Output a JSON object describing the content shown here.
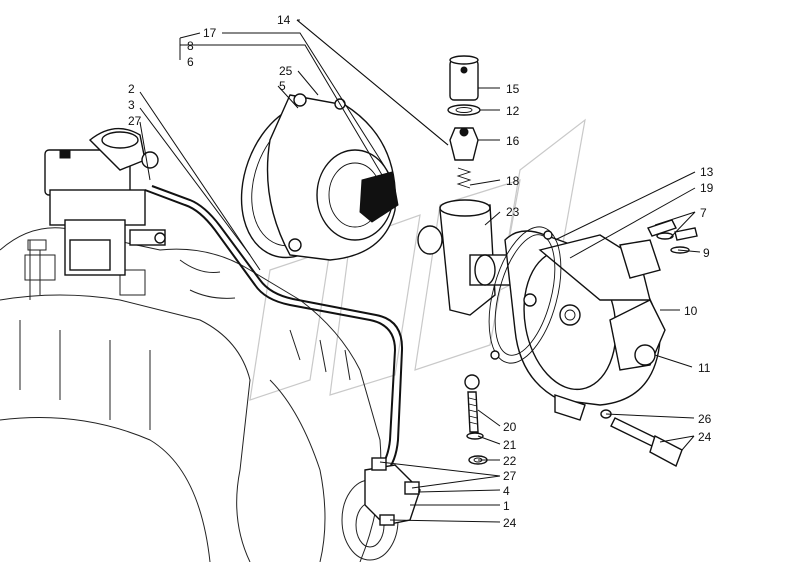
{
  "diagram": {
    "callouts": [
      {
        "id": "c14",
        "label": "14"
      },
      {
        "id": "c17",
        "label": "17"
      },
      {
        "id": "c8",
        "label": "8"
      },
      {
        "id": "c6",
        "label": "6"
      },
      {
        "id": "c25",
        "label": "25"
      },
      {
        "id": "c5",
        "label": "5"
      },
      {
        "id": "c15",
        "label": "15"
      },
      {
        "id": "c12",
        "label": "12"
      },
      {
        "id": "c16",
        "label": "16"
      },
      {
        "id": "c18",
        "label": "18"
      },
      {
        "id": "c23",
        "label": "23"
      },
      {
        "id": "c13",
        "label": "13"
      },
      {
        "id": "c19",
        "label": "19"
      },
      {
        "id": "c7",
        "label": "7"
      },
      {
        "id": "c9",
        "label": "9"
      },
      {
        "id": "c10",
        "label": "10"
      },
      {
        "id": "c11",
        "label": "11"
      },
      {
        "id": "c26",
        "label": "26"
      },
      {
        "id": "c24a",
        "label": "24"
      },
      {
        "id": "c20",
        "label": "20"
      },
      {
        "id": "c21",
        "label": "21"
      },
      {
        "id": "c22",
        "label": "22"
      },
      {
        "id": "c27b",
        "label": "27"
      },
      {
        "id": "c4",
        "label": "4"
      },
      {
        "id": "c1",
        "label": "1"
      },
      {
        "id": "c24b",
        "label": "24"
      },
      {
        "id": "c2",
        "label": "2"
      },
      {
        "id": "c3",
        "label": "3"
      },
      {
        "id": "c27a",
        "label": "27"
      }
    ]
  }
}
